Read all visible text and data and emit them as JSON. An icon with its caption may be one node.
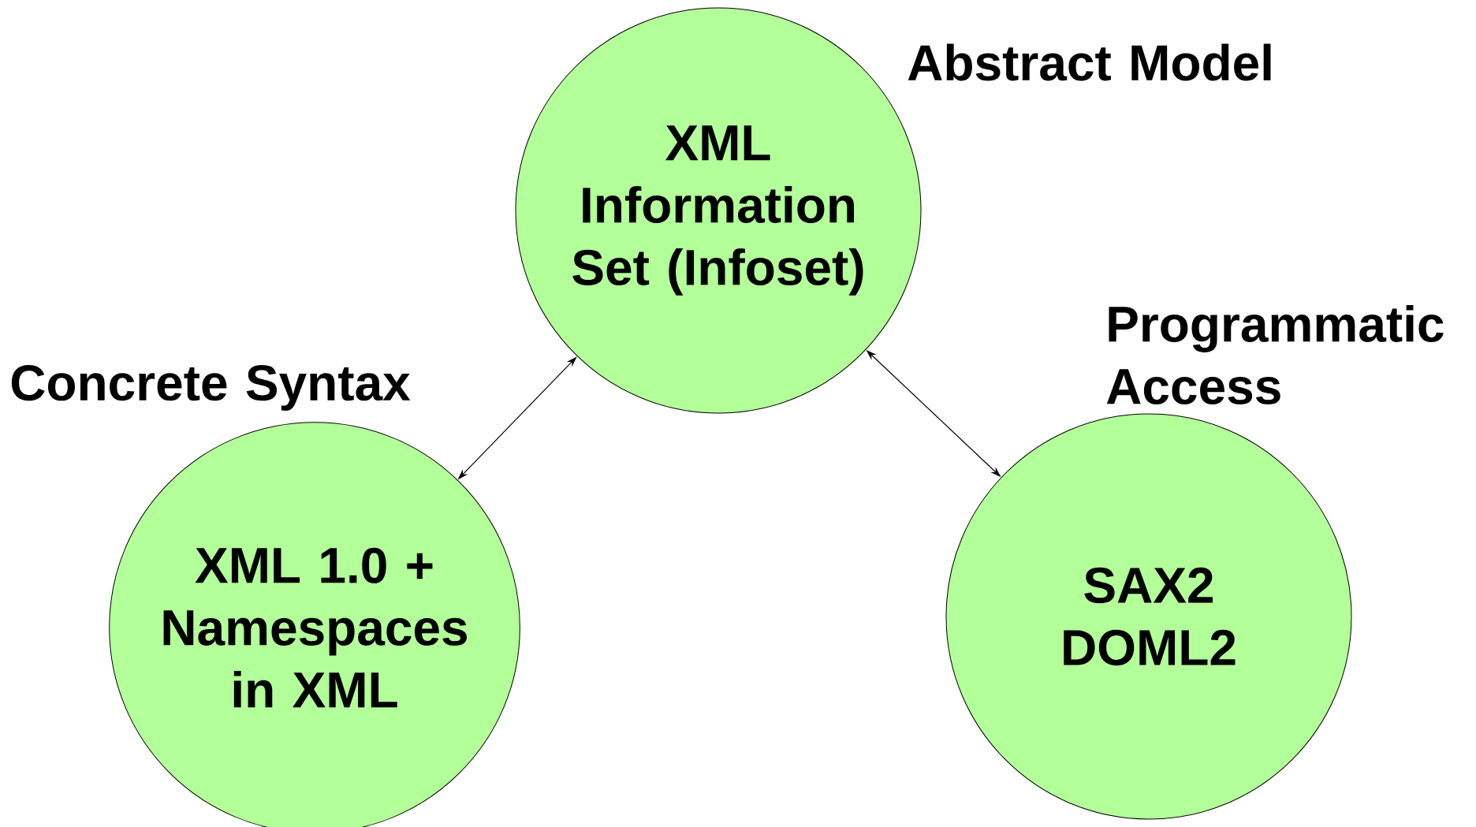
{
  "diagram": {
    "nodes": [
      {
        "text": [
          "XML Information Set (Infoset)"
        ],
        "beside": [
          "Abstract Model"
        ]
      },
      {
        "text": [
          "XML 1.0 + Namespaces in XML"
        ],
        "beside": [
          "Concrete Syntax"
        ]
      },
      {
        "text": [
          "SAX2 DOML2"
        ],
        "beside": [
          "Programmatic Access"
        ]
      }
    ],
    "edges": [
      {
        "from": 0,
        "to": 1,
        "arrow": "both"
      },
      {
        "from": 0,
        "to": 2,
        "arrow": "both"
      }
    ]
  }
}
